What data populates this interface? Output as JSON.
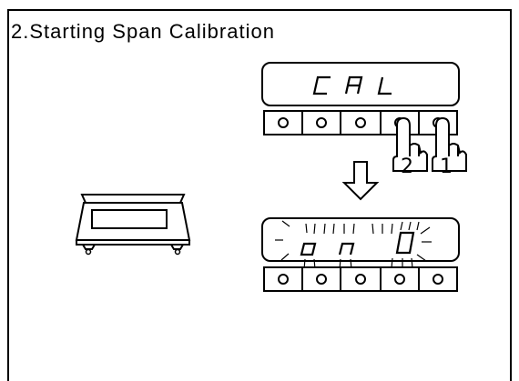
{
  "title": "2.Starting Span Calibration",
  "display_top": {
    "text": "CAL"
  },
  "display_bottom": {
    "text": "on 0",
    "blinking": true
  },
  "key_press_order": [
    "2",
    "1"
  ],
  "keys_per_panel": 5,
  "icons": [
    "scale-icon",
    "down-arrow-icon",
    "finger-press-icon"
  ],
  "colors": {
    "line": "#000000",
    "background": "#ffffff"
  }
}
